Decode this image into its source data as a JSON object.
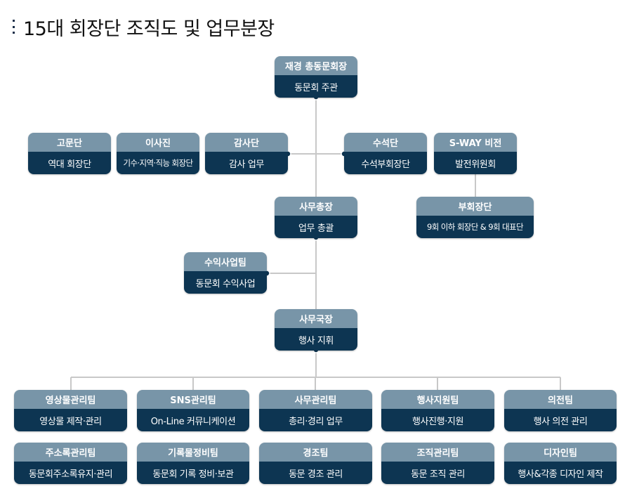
{
  "title": "15대 회장단 조직도 및 업무분장",
  "colors": {
    "header": "#7895a8",
    "sub": "#0d3552",
    "line": "#c8c8c8"
  },
  "top": {
    "name": "재경 총동문회장",
    "desc": "동문회 주관"
  },
  "advisors": {
    "name": "고문단",
    "desc": "역대 회장단"
  },
  "directors": {
    "name": "이사진",
    "desc": "기수·지역·직능 회장단"
  },
  "auditors": {
    "name": "감사단",
    "desc": "감사 업무"
  },
  "vice_chief": {
    "name": "수석단",
    "desc": "수석부회장단"
  },
  "sway": {
    "name": "S-WAY 비전",
    "desc": "발전위원회"
  },
  "vice_presidents": {
    "name": "부회장단",
    "desc": "9회 이하 회장단 & 9회 대표단"
  },
  "gm": {
    "name": "사무총장",
    "desc": "업무 총괄"
  },
  "revenue_team": {
    "name": "수익사업팀",
    "desc": "동문회 수익사업"
  },
  "office_head": {
    "name": "사무국장",
    "desc": "행사 지휘"
  },
  "teams": [
    {
      "name": "영상물관리팀",
      "desc": "영상물 제작·관리"
    },
    {
      "name": "SNS관리팀",
      "desc": "On-Line 커뮤니케이션"
    },
    {
      "name": "사무관리팀",
      "desc": "총리·경리 업무"
    },
    {
      "name": "행사지원팀",
      "desc": "행사진행·지원"
    },
    {
      "name": "의전팀",
      "desc": "행사 의전 관리"
    },
    {
      "name": "주소록관리팀",
      "desc": "동문회주소록유지·관리"
    },
    {
      "name": "기록물정비팀",
      "desc": "동문회 기록 정비·보관"
    },
    {
      "name": "경조팀",
      "desc": "동문 경조 관리"
    },
    {
      "name": "조직관리팀",
      "desc": "동문 조직 관리"
    },
    {
      "name": "디자인팀",
      "desc": "행사&각종 디자인 제작"
    }
  ]
}
